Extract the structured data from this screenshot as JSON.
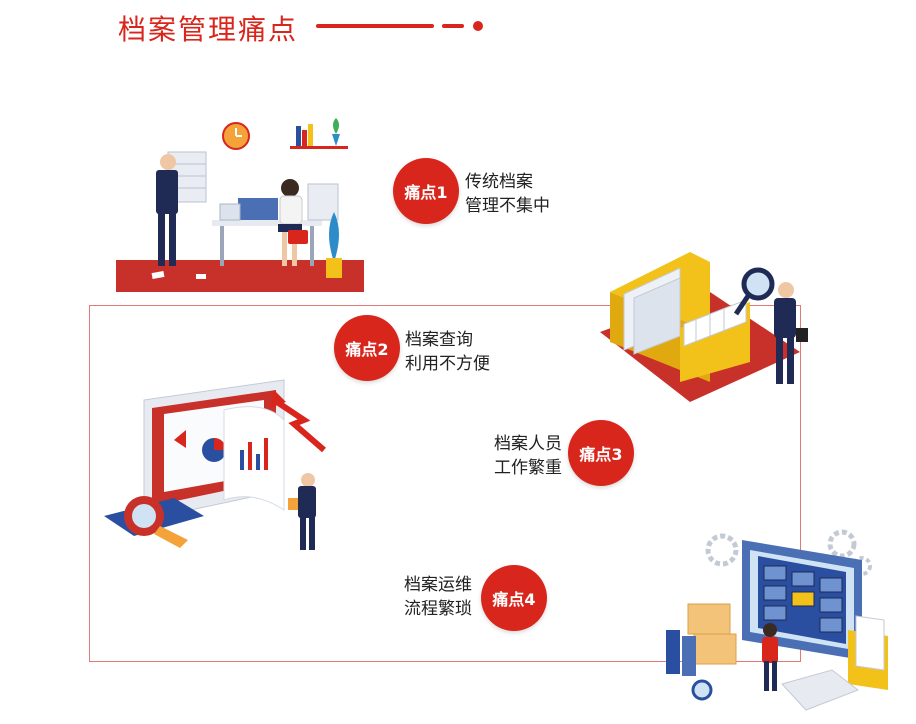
{
  "header": {
    "title": "档案管理痛点"
  },
  "pain_points": [
    {
      "badge": "痛点1",
      "line1": "传统档案",
      "line2": "管理不集中"
    },
    {
      "badge": "痛点2",
      "line1": "档案查询",
      "line2": "利用不方便"
    },
    {
      "badge": "痛点3",
      "line1": "档案人员",
      "line2": "工作繁重"
    },
    {
      "badge": "痛点4",
      "line1": "档案运维",
      "line2": "流程繁琐"
    }
  ],
  "colors": {
    "accent": "#d9261c",
    "frame": "#e07a76",
    "folder": "#f2c21a",
    "navy": "#1f2a55"
  }
}
